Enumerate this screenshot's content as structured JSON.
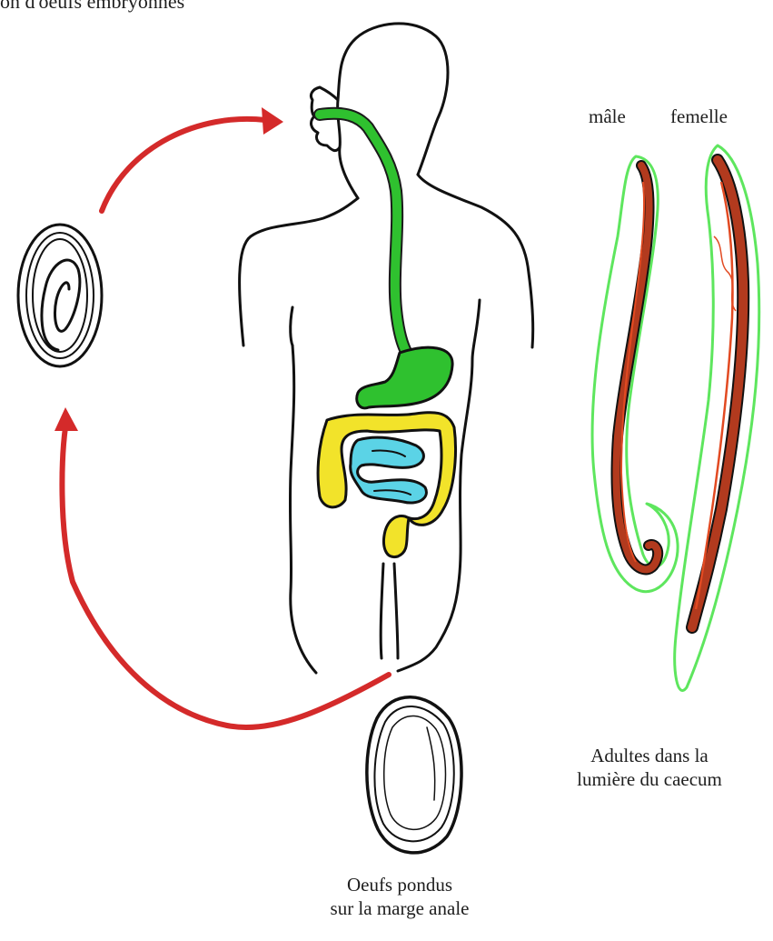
{
  "top_caption": "on d'oeufs embryonnés",
  "worm_labels": {
    "male": "mâle",
    "female": "femelle"
  },
  "adults_caption": {
    "line1": "Adultes dans la",
    "line2": "lumière du caecum"
  },
  "eggs_caption": {
    "line1": "Oeufs pondus",
    "line2": "sur la marge anale"
  },
  "colors": {
    "cycle_arrow": "#d42a2a",
    "esophagus_stomach": "#2fc12f",
    "colon": "#f2e32a",
    "small_intestine": "#5bd3e6",
    "worm_outline": "#5ee65e",
    "worm_body": "#b23a1e",
    "outline": "#111111"
  }
}
